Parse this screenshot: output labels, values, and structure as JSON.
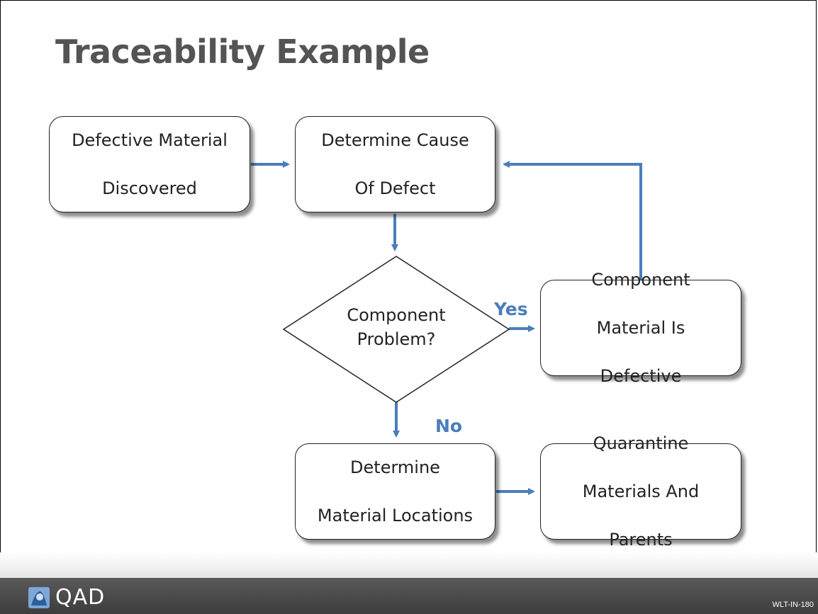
{
  "slide": {
    "title": "Traceability Example",
    "code": "WLT-IN-180"
  },
  "brand": {
    "name": "QAD",
    "footer_color": "#4a4a4a"
  },
  "colors": {
    "connector": "#4a7ebb",
    "label": "#4a7ebb",
    "node_border": "#222222"
  },
  "nodes": {
    "defective": {
      "lines": [
        "Defective Material",
        "Discovered"
      ]
    },
    "cause": {
      "lines": [
        "Determine Cause",
        "Of Defect"
      ]
    },
    "decision": {
      "lines": [
        "Component",
        "Problem?"
      ]
    },
    "component_defective": {
      "lines": [
        "Component",
        "Material Is",
        "Defective"
      ]
    },
    "locations": {
      "lines": [
        "Determine",
        "Material Locations"
      ]
    },
    "quarantine": {
      "lines": [
        "Quarantine",
        "Materials And",
        "Parents"
      ]
    }
  },
  "edges": {
    "yes_label": "Yes",
    "no_label": "No"
  }
}
